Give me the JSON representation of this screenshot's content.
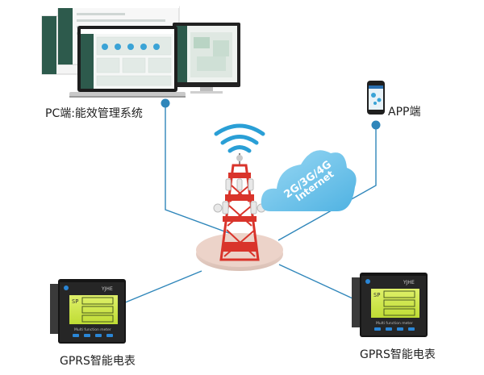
{
  "labels": {
    "pc": "PC端:能效管理系统",
    "app": "APP端",
    "meter_left": "GPRS智能电表",
    "meter_right": "GPRS智能电表"
  },
  "cloud": {
    "line1": "2G/3G/4G",
    "line2": "Internet"
  },
  "meter_brand": "YJHE",
  "meter_display_tag": "SP",
  "meter_caption": "Multi function meter",
  "colors": {
    "line": "#2f86ba",
    "node": "#2f86ba",
    "cloud": "#6ec3ea",
    "tower_red": "#d9342b",
    "wifi": "#2a9fd6",
    "lcd": "#cfe84a"
  },
  "icons": [
    "wifi-icon",
    "cloud-icon",
    "tower-icon",
    "laptop-icon",
    "monitor-icon",
    "phone-icon",
    "meter-icon"
  ]
}
